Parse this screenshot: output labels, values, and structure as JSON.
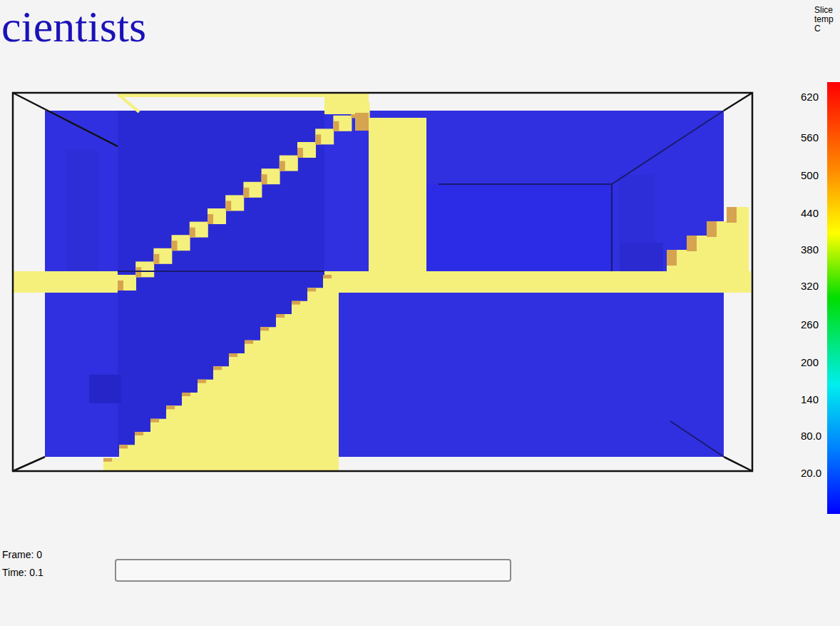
{
  "diagram": {
    "title": "cientists",
    "labels": [
      "Slice",
      "temp",
      "C",
      "620",
      "560",
      "500",
      "440",
      "380",
      "320",
      "260",
      "200",
      "140",
      "80.0",
      "20.0",
      "Frame: 0",
      "Time: 0.1"
    ]
  }
}
